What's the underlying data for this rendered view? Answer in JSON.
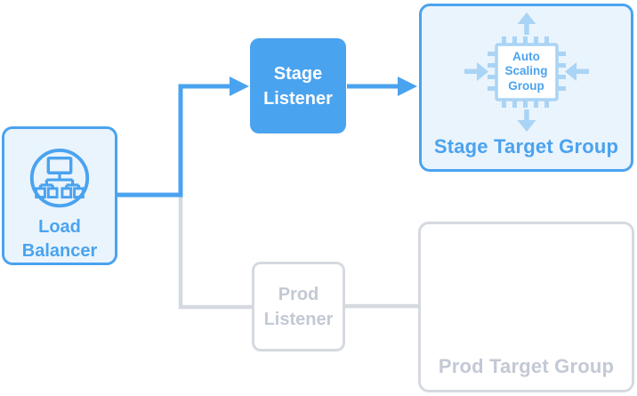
{
  "colors": {
    "primary_blue": "#4aa3ef",
    "light_blue_fill": "#eaf4fd",
    "pale_blue": "#a9d4f5",
    "gray_line": "#d5d9e0",
    "gray_text": "#c3c9d4",
    "white": "#ffffff"
  },
  "diagram": {
    "nodes": {
      "load_balancer": {
        "label": "Load Balancer",
        "state": "active",
        "icon": "load-balancer-icon"
      },
      "stage_listener": {
        "label": "Stage Listener",
        "state": "active"
      },
      "prod_listener": {
        "label": "Prod Listener",
        "state": "inactive"
      },
      "stage_target_group": {
        "label": "Stage Target Group",
        "state": "active",
        "icon": "auto-scaling-group-icon",
        "icon_label": "Auto Scaling Group"
      },
      "prod_target_group": {
        "label": "Prod Target Group",
        "state": "inactive"
      }
    },
    "edges": [
      {
        "from": "load_balancer",
        "to": "stage_listener",
        "type": "arrow",
        "state": "active"
      },
      {
        "from": "stage_listener",
        "to": "stage_target_group",
        "type": "arrow",
        "state": "active"
      },
      {
        "from": "load_balancer",
        "to": "prod_listener",
        "type": "line",
        "state": "inactive"
      },
      {
        "from": "prod_listener",
        "to": "prod_target_group",
        "type": "line",
        "state": "inactive"
      }
    ]
  }
}
